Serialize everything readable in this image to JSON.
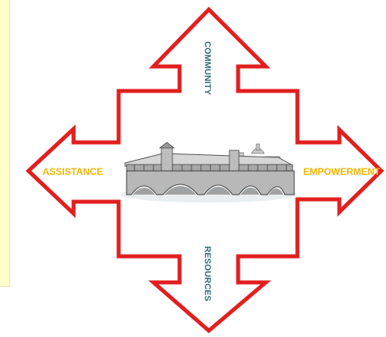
{
  "labels": {
    "top": "COMMUNITY",
    "bottom": "RESOURCES",
    "left": "ASSISTANCE",
    "right": "EMPOWERMENT"
  },
  "colors": {
    "arrow_outline": "#e21f1f",
    "horizontal_text": "#f2b705",
    "vertical_text": "#2f6f78",
    "side_panel": "#ffffcc"
  }
}
